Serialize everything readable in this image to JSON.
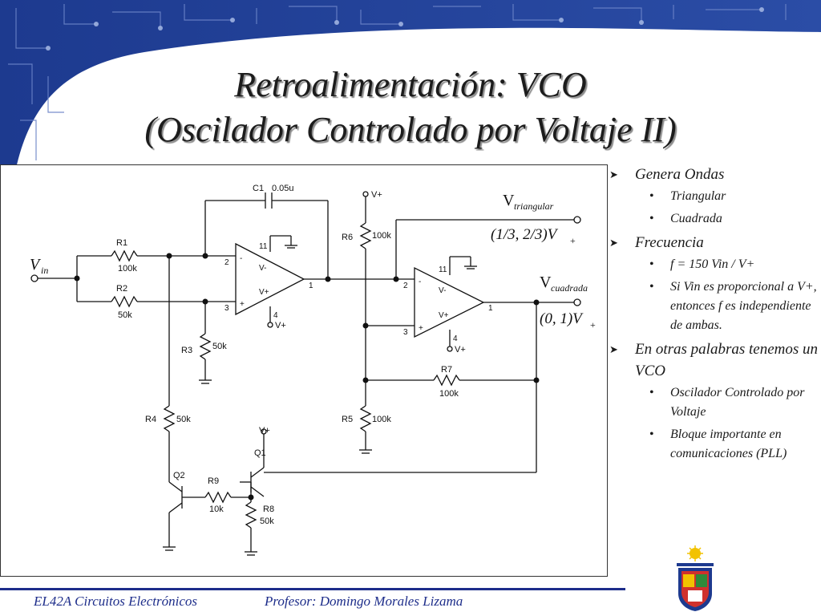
{
  "slide": {
    "title_line1": "Retroalimentación: VCO",
    "title_line2": "(Oscilador Controlado por Voltaje II)"
  },
  "circuit": {
    "labels": {
      "vin": "V",
      "vin_sub": "in",
      "v_tri": "V",
      "v_tri_sub": "triangular",
      "v_tri_level": "(1/3, 2/3)V",
      "v_tri_level_sub": "+",
      "v_sq": "V",
      "v_sq_sub": "cuadrada",
      "v_sq_level": "(0, 1)V",
      "v_sq_level_sub": "+"
    },
    "components": {
      "c1": "C1",
      "c1_val": "0.05u",
      "r1": "R1",
      "r1_val": "100k",
      "r2": "R2",
      "r2_val": "50k",
      "r3": "R3",
      "r3_val": "50k",
      "r4": "R4",
      "r4_val": "50k",
      "r5": "R5",
      "r5_val": "100k",
      "r6": "R6",
      "r6_val": "100k",
      "r7": "R7",
      "r7_val": "100k",
      "r8": "R8",
      "r8_val": "50k",
      "r9": "R9",
      "r9_val": "10k",
      "q1": "Q1",
      "q2": "Q2",
      "vplus": "V+"
    },
    "opamp_pins": {
      "in_neg": "2",
      "in_pos": "3",
      "out": "1",
      "vcc": "11",
      "vee": "4",
      "neg_sign": "-",
      "pos_sign": "+",
      "vminus": "V-",
      "vplus_pin": "V+"
    }
  },
  "bullets": [
    {
      "text": "Genera Ondas",
      "sub": [
        "Triangular",
        "Cuadrada"
      ]
    },
    {
      "text": "Frecuencia",
      "sub": [
        "f = 150 Vin / V+",
        "Si Vin es proporcional a V+, entonces f es independiente de ambas."
      ]
    },
    {
      "text": "En otras palabras tenemos un VCO",
      "sub": [
        "Oscilador Controlado por Voltaje",
        "Bloque importante en comunicaciones (PLL)"
      ]
    }
  ],
  "footer": {
    "course": "EL42A Circuitos Electrónicos",
    "professor": "Profesor: Domingo Morales Lizama"
  },
  "colors": {
    "banner": "#1d3a8f",
    "banner_light": "#d8dff0",
    "footer": "#1d2d8a"
  }
}
